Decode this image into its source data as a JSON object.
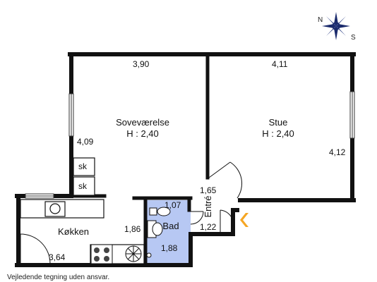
{
  "rooms": {
    "bedroom": {
      "name": "Soveværelse",
      "height": "H : 2,40"
    },
    "living": {
      "name": "Stue",
      "height": "H : 2,40"
    },
    "kitchen": {
      "name": "Køkken"
    },
    "bath": {
      "name": "Bad"
    },
    "entry": {
      "name": "Entré"
    }
  },
  "dimensions": {
    "bedroom_width": "3,90",
    "living_width": "4,11",
    "bedroom_depth": "4,09",
    "living_depth": "4,12",
    "entry_width": "1,65",
    "entry_depth": "1,22",
    "bath_width": "1,07",
    "bath_depth": "1,88",
    "kitchen_depth": "1,86",
    "kitchen_width": "3,64"
  },
  "closets": [
    "sk",
    "sk"
  ],
  "compass": {
    "n": "N",
    "s": "S"
  },
  "footer_note": "Vejledende tegning uden ansvar.",
  "colors": {
    "wall": "#111111",
    "bath_fill": "#b7c8f3",
    "entry_arrow": "#f5a623"
  }
}
